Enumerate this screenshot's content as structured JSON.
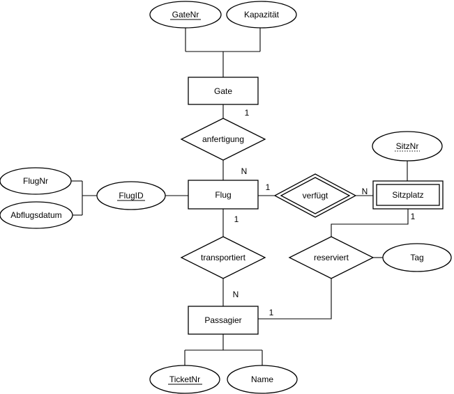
{
  "diagram": {
    "kind": "entity-relationship-diagram",
    "colors": {
      "stroke": "#000000",
      "fill": "#ffffff",
      "text": "#000000",
      "background": "#ffffff"
    },
    "entities": {
      "gate": {
        "label": "Gate",
        "weak": false
      },
      "flug": {
        "label": "Flug",
        "weak": false
      },
      "sitzplatz": {
        "label": "Sitzplatz",
        "weak": true
      },
      "passagier": {
        "label": "Passagier",
        "weak": false
      }
    },
    "relationships": {
      "anfertigung": {
        "label": "anfertigung",
        "identifying": false
      },
      "verfuegt": {
        "label": "verfügt",
        "identifying": true
      },
      "transportiert": {
        "label": "transportiert",
        "identifying": false
      },
      "reserviert": {
        "label": "reserviert",
        "identifying": false
      }
    },
    "attributes": {
      "gatenr": {
        "label": "GateNr",
        "key": "primary"
      },
      "kapazitaet": {
        "label": "Kapazität",
        "key": "none"
      },
      "sitznr": {
        "label": "SitzNr",
        "key": "partial"
      },
      "flugnr": {
        "label": "FlugNr",
        "key": "none"
      },
      "abflugsdatum": {
        "label": "Abflugsdatum",
        "key": "none"
      },
      "flugid": {
        "label": "FlugID",
        "key": "primary"
      },
      "tag": {
        "label": "Tag",
        "key": "none"
      },
      "ticketnr": {
        "label": "TicketNr",
        "key": "primary"
      },
      "name": {
        "label": "Name",
        "key": "none"
      }
    },
    "cardinalities": {
      "gate_anfertigung": "1",
      "anfertigung_flug": "N",
      "flug_verfuegt": "1",
      "verfuegt_sitzplatz": "N",
      "flug_transportiert": "1",
      "transportiert_passagier": "N",
      "passagier_reserviert": "1",
      "sitzplatz_reserviert": "1"
    }
  }
}
